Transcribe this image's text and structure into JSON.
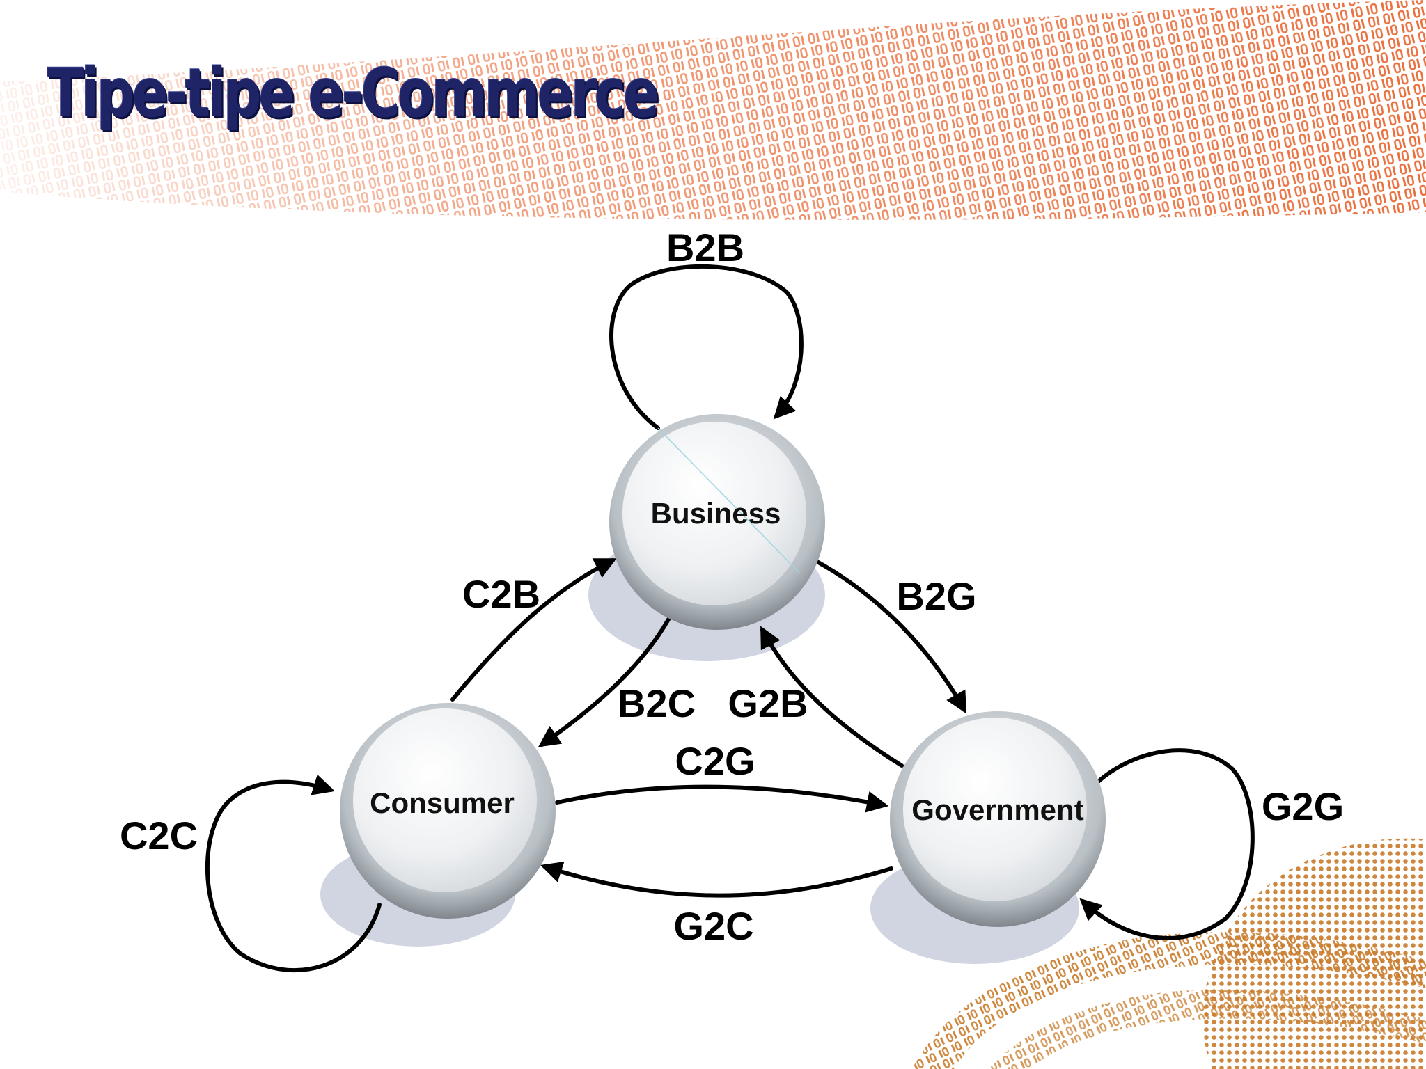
{
  "slide": {
    "title": "Tipe-tipe e-Commerce"
  },
  "nodes": {
    "business": "Business",
    "consumer": "Consumer",
    "government": "Government"
  },
  "edges": {
    "b2b": "B2B",
    "b2c": "B2C",
    "b2g": "B2G",
    "c2b": "C2B",
    "c2c": "C2C",
    "c2g": "C2G",
    "g2b": "G2B",
    "g2c": "G2C",
    "g2g": "G2G"
  },
  "colors": {
    "title": "#1e2466",
    "binary_decoration": "#e8622c",
    "globe_decoration": "#c87a2a",
    "arrow": "#000000",
    "node_fill": "#e8ebee",
    "node_ring": "#9aa2a8",
    "node_shadow": "#c9cedd"
  },
  "icons": {
    "decoration_top": "binary-code-stream",
    "decoration_bottom_right": "binary-globe"
  }
}
